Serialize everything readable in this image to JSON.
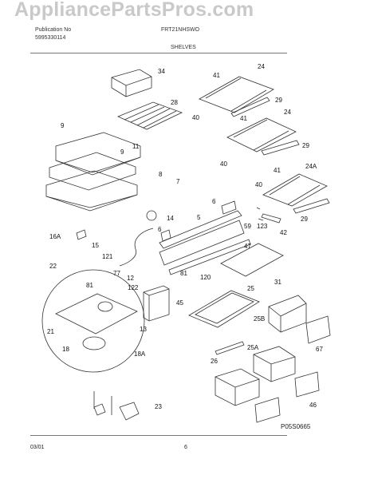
{
  "watermark": "AppliancePartsPros.com",
  "header": {
    "publication_label": "Publication No",
    "publication_no": "5995330114",
    "model": "FRT21NHSWO",
    "section": "SHELVES"
  },
  "footer": {
    "date": "03/01",
    "page": "6",
    "diagram_code": "P05S0665"
  },
  "callouts": [
    "34",
    "28",
    "11",
    "9",
    "9",
    "8",
    "7",
    "6",
    "5",
    "14",
    "16A",
    "15",
    "121",
    "6",
    "59",
    "123",
    "42",
    "22",
    "81",
    "77",
    "12",
    "122",
    "120",
    "25",
    "31",
    "47",
    "45",
    "21",
    "13",
    "25B",
    "25A",
    "18",
    "18A",
    "81",
    "26",
    "67",
    "46",
    "23",
    "41",
    "24",
    "29",
    "40",
    "41",
    "24",
    "29",
    "40",
    "41",
    "24A",
    "40",
    "29"
  ]
}
